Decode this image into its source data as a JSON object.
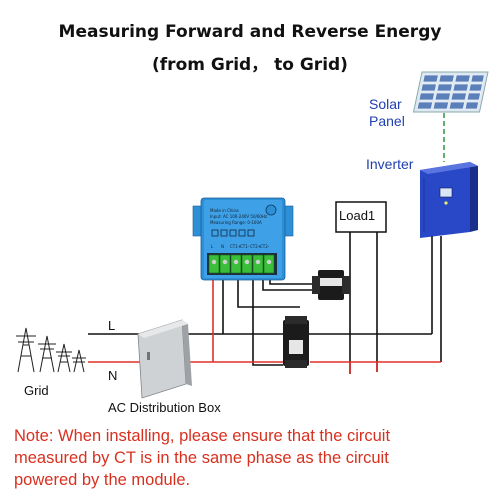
{
  "title": {
    "line1": "Measuring Forward and Reverse Energy",
    "line2": "(from Grid， to Grid)"
  },
  "labels": {
    "solar_panel": [
      "Solar",
      "Panel"
    ],
    "inverter": "Inverter",
    "load": "Load1",
    "line_L": "L",
    "line_N": "N",
    "grid": "Grid",
    "ac_box": "AC Distribution Box"
  },
  "module": {
    "text_lines": [
      "Made in China",
      "Input: AC 100-240V 50/60Hz",
      "Measuring Range: 0-100A"
    ],
    "terminal_labels": [
      "L",
      "N",
      "CT1+",
      "CT1-",
      "CT2+",
      "CT2-"
    ]
  },
  "note": {
    "prefix": "Note:",
    "lines": [
      " When installing, please ensure that the circuit",
      "measured by CT is in the same phase as the circuit",
      "powered by the module."
    ]
  },
  "colors": {
    "wire_red": "#e0302a",
    "wire_black": "#111111",
    "module_blue": "#2d8fd6",
    "inverter_blue": "#2848c8",
    "note_red": "#d8301f",
    "label_blue": "#1f3fb0",
    "panel_green_dash": "#3a9a4a"
  },
  "icons": [
    "transmission-tower-icon",
    "solar-panel-icon",
    "ct-clamp-icon",
    "distribution-box-icon",
    "inverter-icon",
    "power-meter-module-icon"
  ]
}
